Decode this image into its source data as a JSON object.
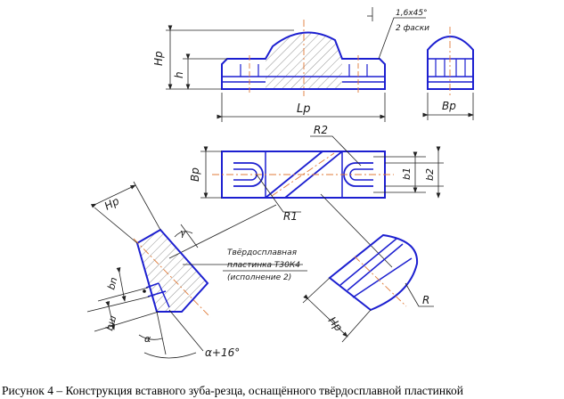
{
  "colors": {
    "outline": "#1c1fd0",
    "dimension": "#222222",
    "axis": "#e07b39",
    "hatch": "#555555"
  },
  "labels": {
    "hp_front": "Hp",
    "h": "h",
    "lp": "Lp",
    "bp_side": "Bp",
    "chamfer_1": "1,6x45°",
    "chamfer_2": "2 фаски",
    "r2": "R2",
    "bp_top": "Bp",
    "b1": "b1",
    "b2": "b2",
    "r1": "R1",
    "hp_section": "Hp",
    "gamma": "γ",
    "bn": "bn",
    "bsh": "bш",
    "alpha": "α",
    "alpha_16": "α+16°",
    "insert_note_1": "Твёрдосплавная",
    "insert_note_2": "пластинка Т30К4",
    "insert_note_3": "(исполнение 2)",
    "r": "R",
    "hp_end": "Hp"
  },
  "caption": "Рисунок 4 – Конструкция вставного зуба-резца, оснащённого твёрдосплавной пластинкой"
}
